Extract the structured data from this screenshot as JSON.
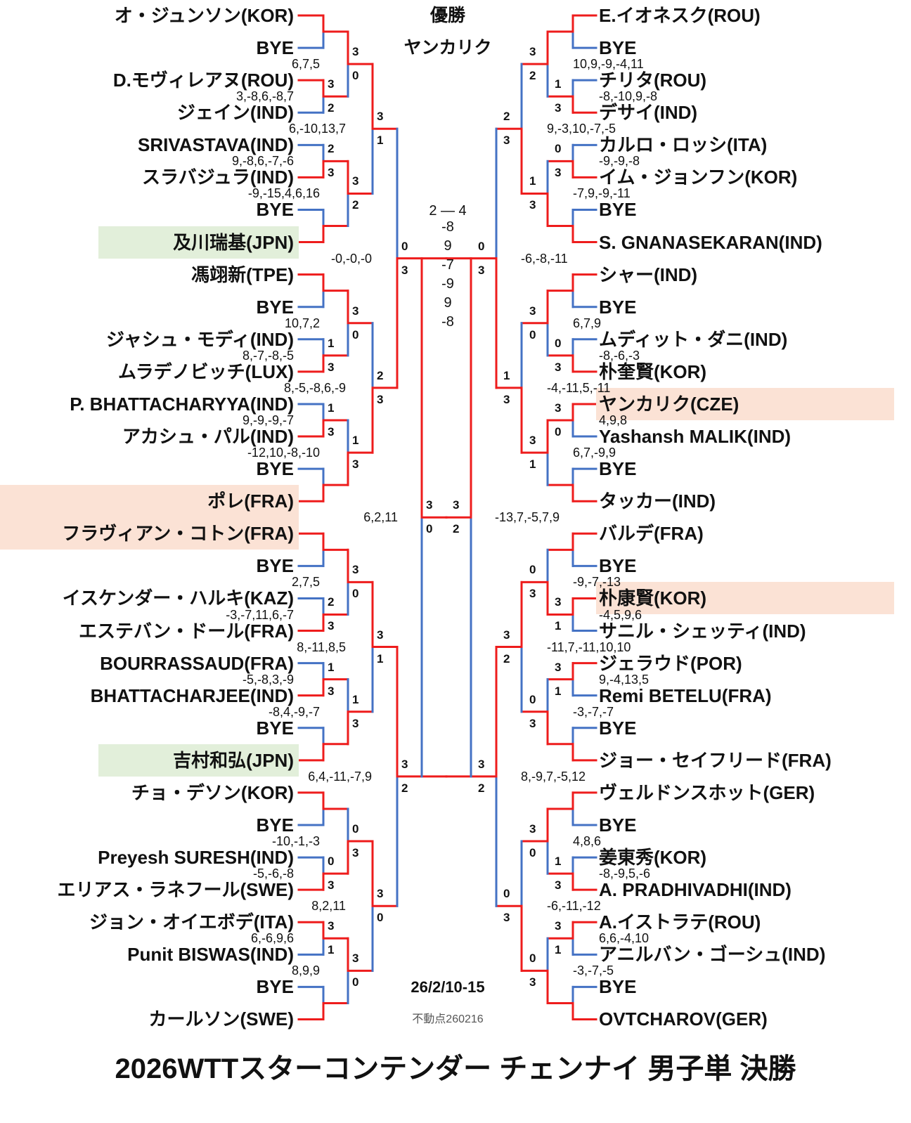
{
  "title": "2026WTTスターコンテンダー チェンナイ 男子単 決勝",
  "champion": {
    "label": "優勝",
    "name": "ヤンカリク"
  },
  "final": {
    "score": "2 — 4",
    "games": [
      "-8",
      "9",
      "-7",
      "-9",
      "9",
      "-8"
    ]
  },
  "dates": "26/2/10-15",
  "note": "不動点260216",
  "colors": {
    "win": "#ee1c1c",
    "lose": "#4472c4",
    "peach": "#fbe2d5",
    "green": "#e2efda"
  },
  "left": {
    "players": [
      {
        "n": "オ・ジュンソン(KOR)",
        "hl": ""
      },
      {
        "n": "BYE",
        "hl": ""
      },
      {
        "n": "D.モヴィレアヌ(ROU)",
        "hl": ""
      },
      {
        "n": "ジェイン(IND)",
        "hl": ""
      },
      {
        "n": "SRIVASTAVA(IND)",
        "hl": ""
      },
      {
        "n": "スラバジュラ(IND)",
        "hl": ""
      },
      {
        "n": "BYE",
        "hl": ""
      },
      {
        "n": "及川瑞基(JPN)",
        "hl": "green"
      },
      {
        "n": "馮翊新(TPE)",
        "hl": ""
      },
      {
        "n": "BYE",
        "hl": ""
      },
      {
        "n": "ジャシュ・モディ(IND)",
        "hl": ""
      },
      {
        "n": "ムラデノビッチ(LUX)",
        "hl": ""
      },
      {
        "n": "P. BHATTACHARYYA(IND)",
        "hl": ""
      },
      {
        "n": "アカシュ・パル(IND)",
        "hl": ""
      },
      {
        "n": "BYE",
        "hl": ""
      },
      {
        "n": "ポレ(FRA)",
        "hl": "peach"
      },
      {
        "n": "フラヴィアン・コトン(FRA)",
        "hl": "peach"
      },
      {
        "n": "BYE",
        "hl": ""
      },
      {
        "n": "イスケンダー・ハルキ(KAZ)",
        "hl": ""
      },
      {
        "n": "エステバン・ドール(FRA)",
        "hl": ""
      },
      {
        "n": "BOURRASSAUD(FRA)",
        "hl": ""
      },
      {
        "n": "BHATTACHARJEE(IND)",
        "hl": ""
      },
      {
        "n": "BYE",
        "hl": ""
      },
      {
        "n": "吉村和弘(JPN)",
        "hl": "green"
      },
      {
        "n": "チョ・デソン(KOR)",
        "hl": ""
      },
      {
        "n": "BYE",
        "hl": ""
      },
      {
        "n": "Preyesh SURESH(IND)",
        "hl": ""
      },
      {
        "n": "エリアス・ラネフール(SWE)",
        "hl": ""
      },
      {
        "n": "ジョン・オイエボデ(ITA)",
        "hl": ""
      },
      {
        "n": "Punit BISWAS(IND)",
        "hl": ""
      },
      {
        "n": "BYE",
        "hl": ""
      },
      {
        "n": "カールソン(SWE)",
        "hl": ""
      }
    ],
    "rounds": [
      [
        {
          "s": null,
          "d": "",
          "w": 0
        },
        {
          "s": [
            "3",
            "2"
          ],
          "d": "3,-8,6,-8,7",
          "w": 0
        },
        {
          "s": [
            "2",
            "3"
          ],
          "d": "9,-8,6,-7,-6",
          "w": 1
        },
        {
          "s": null,
          "d": "",
          "w": 1
        },
        {
          "s": null,
          "d": "",
          "w": 0
        },
        {
          "s": [
            "1",
            "3"
          ],
          "d": "8,-7,-8,-5",
          "w": 1
        },
        {
          "s": [
            "1",
            "3"
          ],
          "d": "9,-9,-9,-7",
          "w": 1
        },
        {
          "s": null,
          "d": "",
          "w": 1
        },
        {
          "s": null,
          "d": "",
          "w": 0
        },
        {
          "s": [
            "2",
            "3"
          ],
          "d": "-3,-7,11,6,-7",
          "w": 1
        },
        {
          "s": [
            "1",
            "3"
          ],
          "d": "-5,-8,3,-9",
          "w": 1
        },
        {
          "s": null,
          "d": "",
          "w": 1
        },
        {
          "s": null,
          "d": "",
          "w": 0
        },
        {
          "s": [
            "0",
            "3"
          ],
          "d": "-5,-6,-8",
          "w": 1
        },
        {
          "s": [
            "3",
            "1"
          ],
          "d": "6,-6,9,6",
          "w": 0
        },
        {
          "s": null,
          "d": "",
          "w": 1
        }
      ],
      [
        {
          "s": [
            "3",
            "0"
          ],
          "d": "6,7,5",
          "w": 0
        },
        {
          "s": [
            "3",
            "2"
          ],
          "d": "-9,-15,4,6,16",
          "w": 0
        },
        {
          "s": [
            "3",
            "0"
          ],
          "d": "10,7,2",
          "w": 0
        },
        {
          "s": [
            "1",
            "3"
          ],
          "d": "-12,10,-8,-10",
          "w": 1
        },
        {
          "s": [
            "3",
            "0"
          ],
          "d": "2,7,5",
          "w": 0
        },
        {
          "s": [
            "1",
            "3"
          ],
          "d": "-8,4,-9,-7",
          "w": 1
        },
        {
          "s": [
            "0",
            "3"
          ],
          "d": "-10,-1,-3",
          "w": 1
        },
        {
          "s": [
            "3",
            "0"
          ],
          "d": "8,9,9",
          "w": 0
        }
      ],
      [
        {
          "s": [
            "3",
            "1"
          ],
          "d": "6,-10,13,7",
          "w": 0
        },
        {
          "s": [
            "2",
            "3"
          ],
          "d": "8,-5,-8,6,-9",
          "w": 1
        },
        {
          "s": [
            "3",
            "1"
          ],
          "d": "8,-11,8,5",
          "w": 0
        },
        {
          "s": [
            "3",
            "0"
          ],
          "d": "8,2,11",
          "w": 0
        }
      ],
      [
        {
          "s": [
            "0",
            "3"
          ],
          "d": "-0,-0,-0",
          "w": 1
        },
        {
          "s": [
            "3",
            "2"
          ],
          "d": "6,4,-11,-7,9",
          "w": 0
        }
      ],
      [
        {
          "s": [
            "3",
            "0"
          ],
          "d": "6,2,11",
          "w": 0
        }
      ]
    ]
  },
  "right": {
    "players": [
      {
        "n": "E.イオネスク(ROU)",
        "hl": ""
      },
      {
        "n": "BYE",
        "hl": ""
      },
      {
        "n": "チリタ(ROU)",
        "hl": ""
      },
      {
        "n": "デサイ(IND)",
        "hl": ""
      },
      {
        "n": "カルロ・ロッシ(ITA)",
        "hl": ""
      },
      {
        "n": "イム・ジョンフン(KOR)",
        "hl": ""
      },
      {
        "n": "BYE",
        "hl": ""
      },
      {
        "n": "S. GNANASEKARAN(IND)",
        "hl": ""
      },
      {
        "n": "シャー(IND)",
        "hl": ""
      },
      {
        "n": "BYE",
        "hl": ""
      },
      {
        "n": "ムディット・ダニ(IND)",
        "hl": ""
      },
      {
        "n": "朴奎賢(KOR)",
        "hl": ""
      },
      {
        "n": "ヤンカリク(CZE)",
        "hl": "peach"
      },
      {
        "n": "Yashansh MALIK(IND)",
        "hl": ""
      },
      {
        "n": "BYE",
        "hl": ""
      },
      {
        "n": "タッカー(IND)",
        "hl": ""
      },
      {
        "n": "バルデ(FRA)",
        "hl": ""
      },
      {
        "n": "BYE",
        "hl": ""
      },
      {
        "n": "朴康賢(KOR)",
        "hl": "peach"
      },
      {
        "n": "サニル・シェッティ(IND)",
        "hl": ""
      },
      {
        "n": "ジェラウド(POR)",
        "hl": ""
      },
      {
        "n": "Remi BETELU(FRA)",
        "hl": ""
      },
      {
        "n": "BYE",
        "hl": ""
      },
      {
        "n": "ジョー・セイフリード(FRA)",
        "hl": ""
      },
      {
        "n": "ヴェルドンスホット(GER)",
        "hl": ""
      },
      {
        "n": "BYE",
        "hl": ""
      },
      {
        "n": "姜東秀(KOR)",
        "hl": ""
      },
      {
        "n": "A. PRADHIVADHI(IND)",
        "hl": ""
      },
      {
        "n": "A.イストラテ(ROU)",
        "hl": ""
      },
      {
        "n": "アニルバン・ゴーシュ(IND)",
        "hl": ""
      },
      {
        "n": "BYE",
        "hl": ""
      },
      {
        "n": "OVTCHAROV(GER)",
        "hl": ""
      }
    ],
    "rounds": [
      [
        {
          "s": null,
          "d": "",
          "w": 0
        },
        {
          "s": [
            "1",
            "3"
          ],
          "d": "-8,-10,9,-8",
          "w": 1
        },
        {
          "s": [
            "0",
            "3"
          ],
          "d": "-9,-9,-8",
          "w": 1
        },
        {
          "s": null,
          "d": "",
          "w": 1
        },
        {
          "s": null,
          "d": "",
          "w": 0
        },
        {
          "s": [
            "0",
            "3"
          ],
          "d": "-8,-6,-3",
          "w": 1
        },
        {
          "s": [
            "3",
            "0"
          ],
          "d": "4,9,8",
          "w": 0
        },
        {
          "s": null,
          "d": "",
          "w": 1
        },
        {
          "s": null,
          "d": "",
          "w": 0
        },
        {
          "s": [
            "3",
            "1"
          ],
          "d": "-4,5,9,6",
          "w": 0
        },
        {
          "s": [
            "3",
            "1"
          ],
          "d": "9,-4,13,5",
          "w": 0
        },
        {
          "s": null,
          "d": "",
          "w": 1
        },
        {
          "s": null,
          "d": "",
          "w": 0
        },
        {
          "s": [
            "1",
            "3"
          ],
          "d": "-8,-9,5,-6",
          "w": 1
        },
        {
          "s": [
            "3",
            "1"
          ],
          "d": "6,6,-4,10",
          "w": 0
        },
        {
          "s": null,
          "d": "",
          "w": 1
        }
      ],
      [
        {
          "s": [
            "3",
            "2"
          ],
          "d": "10,9,-9,-4,11",
          "w": 0
        },
        {
          "s": [
            "1",
            "3"
          ],
          "d": "-7,9,-9,-11",
          "w": 1
        },
        {
          "s": [
            "3",
            "0"
          ],
          "d": "6,7,9",
          "w": 0
        },
        {
          "s": [
            "3",
            "1"
          ],
          "d": "6,7,-9,9",
          "w": 0
        },
        {
          "s": [
            "0",
            "3"
          ],
          "d": "-9,-7,-13",
          "w": 1
        },
        {
          "s": [
            "0",
            "3"
          ],
          "d": "-3,-7,-7",
          "w": 1
        },
        {
          "s": [
            "3",
            "0"
          ],
          "d": "4,8,6",
          "w": 0
        },
        {
          "s": [
            "0",
            "3"
          ],
          "d": "-3,-7,-5",
          "w": 1
        }
      ],
      [
        {
          "s": [
            "2",
            "3"
          ],
          "d": "9,-3,10,-7,-5",
          "w": 1
        },
        {
          "s": [
            "1",
            "3"
          ],
          "d": "-4,-11,5,-11",
          "w": 1
        },
        {
          "s": [
            "3",
            "2"
          ],
          "d": "-11,7,-11,10,10",
          "w": 0
        },
        {
          "s": [
            "0",
            "3"
          ],
          "d": "-6,-11,-12",
          "w": 1
        }
      ],
      [
        {
          "s": [
            "0",
            "3"
          ],
          "d": "-6,-8,-11",
          "w": 1
        },
        {
          "s": [
            "3",
            "2"
          ],
          "d": "8,-9,7,-5,12",
          "w": 0
        }
      ],
      [
        {
          "s": [
            "3",
            "2"
          ],
          "d": "-13,7,-5,7,9",
          "w": 0
        }
      ]
    ]
  }
}
